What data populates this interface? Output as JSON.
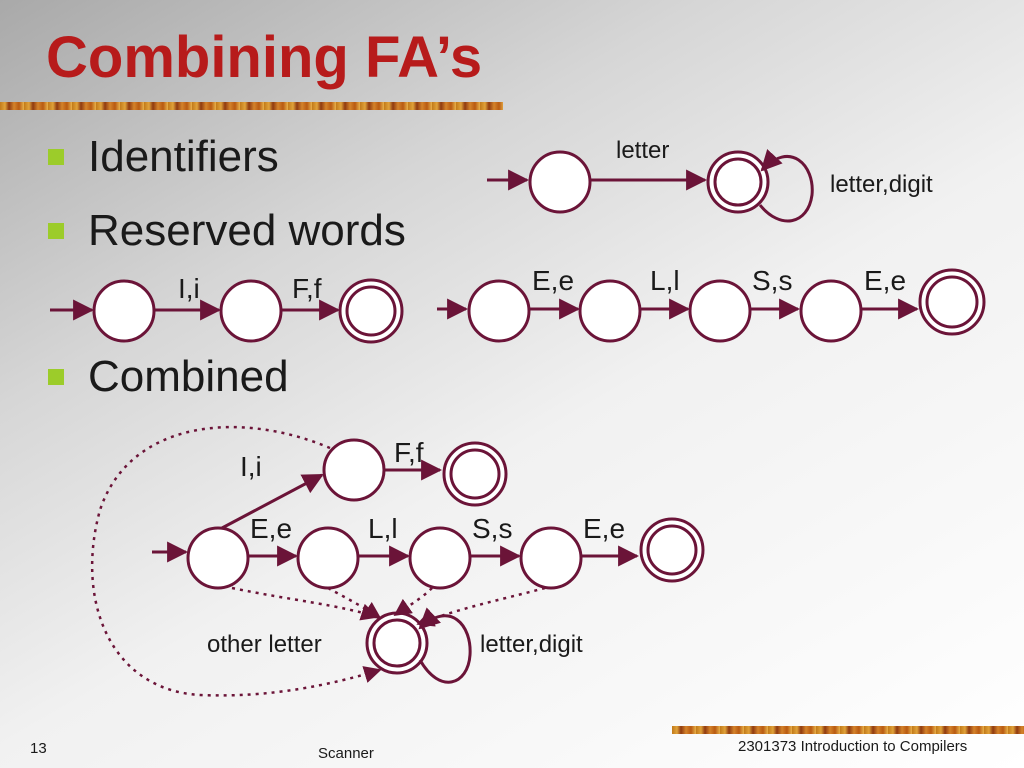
{
  "slide": {
    "title": "Combining FA’s",
    "bullets": [
      "Identifiers",
      "Reserved words",
      "Combined"
    ],
    "footer": {
      "page_number": "13",
      "center": "Scanner",
      "right": "2301373 Introduction to Compilers"
    }
  },
  "colors": {
    "title": "#b71b1b",
    "diagram_stroke": "#6b1438",
    "bullet_square": "#9ccc2a"
  },
  "diagrams": {
    "identifiers": {
      "edge_label": "letter",
      "loop_label": "letter,digit"
    },
    "reserved_if": {
      "labels": [
        "I,i",
        "F,f"
      ]
    },
    "reserved_else": {
      "labels": [
        "E,e",
        "L,l",
        "S,s",
        "E,e"
      ]
    },
    "combined": {
      "if_labels": [
        "I,i",
        "F,f"
      ],
      "else_labels": [
        "E,e",
        "L,l",
        "S,s",
        "E,e"
      ],
      "other_label": "other letter",
      "loop_label": "letter,digit"
    }
  }
}
